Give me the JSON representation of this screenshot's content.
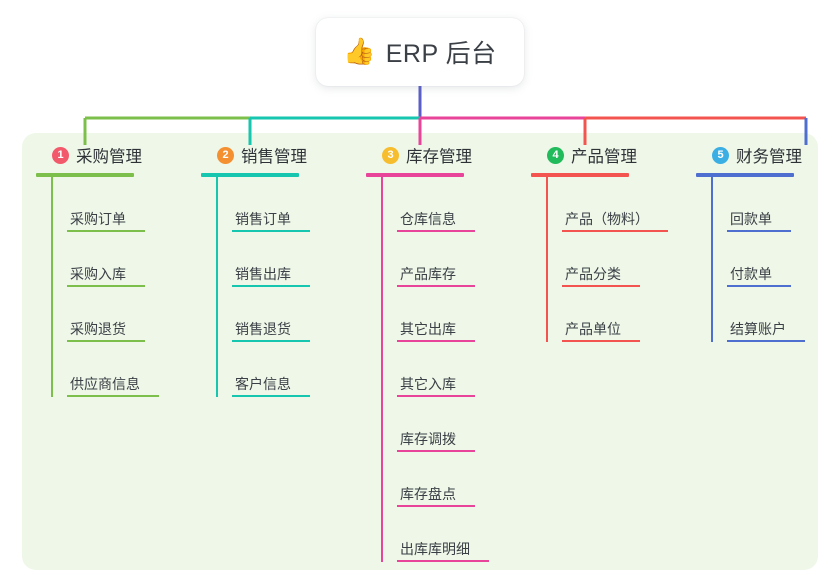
{
  "root": {
    "icon": "thumbs-up-icon",
    "icon_glyph": "👍",
    "title": "ERP 后台"
  },
  "theme": {
    "board_bg": "#eef7e8",
    "page_bg": "#ffffff",
    "text": "#3b4046",
    "root_trunk": "#5a5fc7"
  },
  "columns": [
    {
      "index": "1",
      "badge_color": "#f2596b",
      "line_color": "#7cc04b",
      "title": "采购管理",
      "items": [
        {
          "label": "采购订单"
        },
        {
          "label": "采购入库"
        },
        {
          "label": "采购退货"
        },
        {
          "label": "供应商信息"
        }
      ]
    },
    {
      "index": "2",
      "badge_color": "#f59031",
      "line_color": "#16c6ae",
      "title": "销售管理",
      "items": [
        {
          "label": "销售订单"
        },
        {
          "label": "销售出库"
        },
        {
          "label": "销售退货"
        },
        {
          "label": "客户信息"
        }
      ]
    },
    {
      "index": "3",
      "badge_color": "#f6bd2e",
      "line_color": "#e8459a",
      "title": "库存管理",
      "items": [
        {
          "label": "仓库信息"
        },
        {
          "label": "产品库存"
        },
        {
          "label": "其它出库"
        },
        {
          "label": "其它入库"
        },
        {
          "label": "库存调拨"
        },
        {
          "label": "库存盘点"
        },
        {
          "label": "出库库明细"
        }
      ]
    },
    {
      "index": "4",
      "badge_color": "#22bb5b",
      "line_color": "#f4544f",
      "title": "产品管理",
      "items": [
        {
          "label": "产品（物料）"
        },
        {
          "label": "产品分类"
        },
        {
          "label": "产品单位"
        }
      ]
    },
    {
      "index": "5",
      "badge_color": "#3bafe3",
      "line_color": "#4f6fd0",
      "title": "财务管理",
      "items": [
        {
          "label": "回款单"
        },
        {
          "label": "付款单"
        },
        {
          "label": "结算账户"
        }
      ]
    }
  ]
}
